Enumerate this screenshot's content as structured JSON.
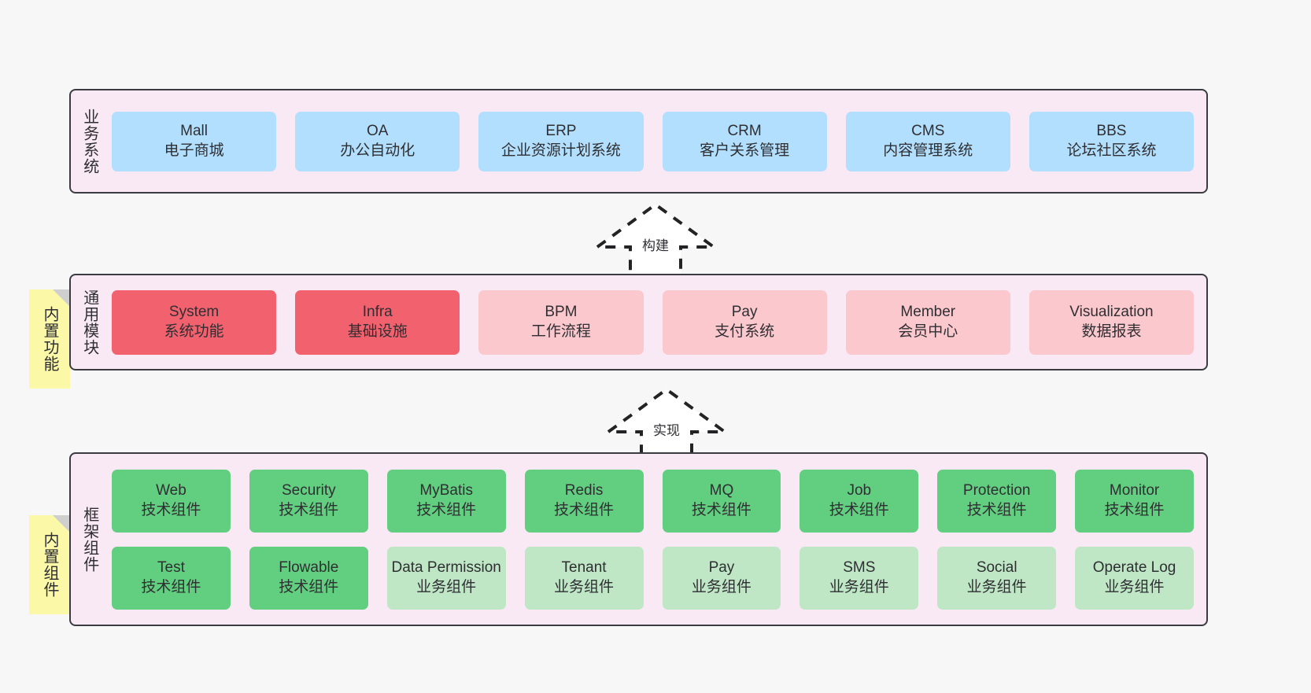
{
  "theme": {
    "background": "#f7f7f7",
    "panel_bg": "#f9e9f4",
    "panel_border": "#3b3b42",
    "blue": "#b2dffd",
    "red": "#f2626e",
    "pink": "#fbc8ce",
    "green": "#62ce7f",
    "light_green": "#bfe7c6",
    "sticky_yellow": "#fbf8a8",
    "sticky_fold": "#cfcfcf"
  },
  "panels": {
    "business": {
      "title": "业务系统",
      "items": [
        {
          "name": "Mall",
          "desc": "电子商城"
        },
        {
          "name": "OA",
          "desc": "办公自动化"
        },
        {
          "name": "ERP",
          "desc": "企业资源计划系统"
        },
        {
          "name": "CRM",
          "desc": "客户关系管理"
        },
        {
          "name": "CMS",
          "desc": "内容管理系统"
        },
        {
          "name": "BBS",
          "desc": "论坛社区系统"
        }
      ]
    },
    "modules": {
      "title": "通用模块",
      "sticky": "内置功能",
      "items": [
        {
          "name": "System",
          "desc": "系统功能",
          "color": "red"
        },
        {
          "name": "Infra",
          "desc": "基础设施",
          "color": "red"
        },
        {
          "name": "BPM",
          "desc": "工作流程",
          "color": "pink"
        },
        {
          "name": "Pay",
          "desc": "支付系统",
          "color": "pink"
        },
        {
          "name": "Member",
          "desc": "会员中心",
          "color": "pink"
        },
        {
          "name": "Visualization",
          "desc": "数据报表",
          "color": "pink"
        }
      ]
    },
    "framework": {
      "title": "框架组件",
      "sticky": "内置组件",
      "row1": [
        {
          "name": "Web",
          "desc": "技术组件",
          "color": "green"
        },
        {
          "name": "Security",
          "desc": "技术组件",
          "color": "green"
        },
        {
          "name": "MyBatis",
          "desc": "技术组件",
          "color": "green"
        },
        {
          "name": "Redis",
          "desc": "技术组件",
          "color": "green"
        },
        {
          "name": "MQ",
          "desc": "技术组件",
          "color": "green"
        },
        {
          "name": "Job",
          "desc": "技术组件",
          "color": "green"
        },
        {
          "name": "Protection",
          "desc": "技术组件",
          "color": "green"
        },
        {
          "name": "Monitor",
          "desc": "技术组件",
          "color": "green"
        }
      ],
      "row2": [
        {
          "name": "Test",
          "desc": "技术组件",
          "color": "green"
        },
        {
          "name": "Flowable",
          "desc": "技术组件",
          "color": "green"
        },
        {
          "name": "Data Permission",
          "desc": "业务组件",
          "color": "lightgreen"
        },
        {
          "name": "Tenant",
          "desc": "业务组件",
          "color": "lightgreen"
        },
        {
          "name": "Pay",
          "desc": "业务组件",
          "color": "lightgreen"
        },
        {
          "name": "SMS",
          "desc": "业务组件",
          "color": "lightgreen"
        },
        {
          "name": "Social",
          "desc": "业务组件",
          "color": "lightgreen"
        },
        {
          "name": "Operate Log",
          "desc": "业务组件",
          "color": "lightgreen"
        }
      ]
    }
  },
  "arrows": [
    {
      "id": "build",
      "label": "构建"
    },
    {
      "id": "impl",
      "label": "实现"
    }
  ]
}
